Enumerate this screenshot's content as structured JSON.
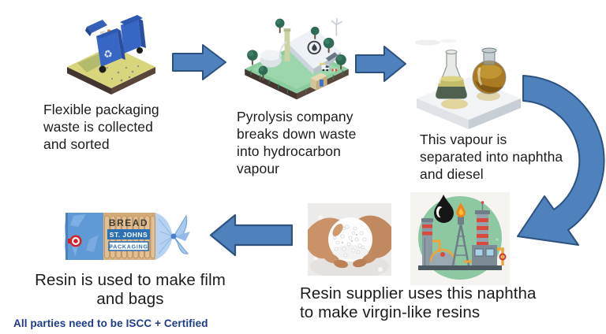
{
  "diagram": {
    "background_color": "#ffffff",
    "arrow_fill_color": "#4f81bd",
    "arrow_border_color": "#2c5380",
    "text_color": "#1c1c1c",
    "footer_color": "#1e3c87",
    "steps": [
      {
        "id": "collection",
        "illustration": "recycling-bins",
        "caption": "Flexible packaging\nwaste is collected\nand sorted"
      },
      {
        "id": "pyrolysis",
        "illustration": "pyrolysis-plant",
        "caption": "Pyrolysis company\nbreaks down waste\ninto hydrocarbon\nvapour"
      },
      {
        "id": "separation",
        "illustration": "separation-flasks",
        "caption": "This vapour is\nseparated into naphtha\nand diesel"
      },
      {
        "id": "resin",
        "illustration": "refinery-and-resin-pellets",
        "caption": "Resin supplier uses this naphtha\nto make virgin-like resins"
      },
      {
        "id": "film",
        "illustration": "bread-bag",
        "caption": "Resin is used to make film\nand bags"
      }
    ],
    "bread_bag": {
      "product_label": "BREAD",
      "brand_name": "ST. JOHNS",
      "brand_tagline": "PACKAGING"
    },
    "footer_note": "All parties need to be ISCC + Certified",
    "icons": {
      "recycle_glyph": "♻"
    }
  }
}
